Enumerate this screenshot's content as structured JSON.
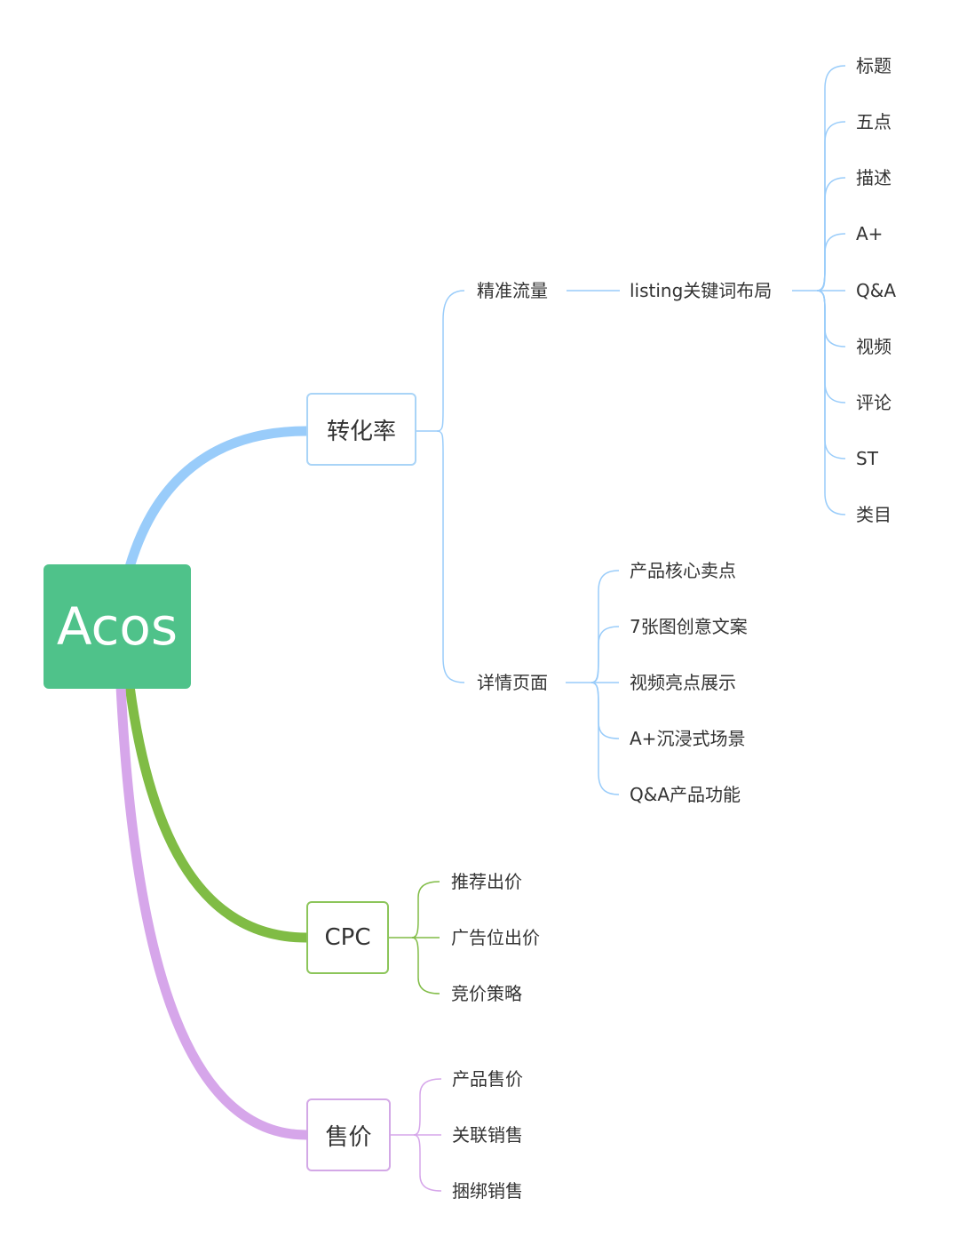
{
  "root": "Acos",
  "branches": {
    "conversion": {
      "label": "转化率",
      "sub1": {
        "label": "精准流量",
        "sub": {
          "label": "listing关键词布局",
          "items": [
            "标题",
            "五点",
            "描述",
            "A+",
            "Q&A",
            "视频",
            "评论",
            "ST",
            "类目"
          ]
        }
      },
      "sub2": {
        "label": "详情页面",
        "items": [
          "产品核心卖点",
          "7张图创意文案",
          "视频亮点展示",
          "A+沉浸式场景",
          "Q&A产品功能"
        ]
      }
    },
    "cpc": {
      "label": "CPC",
      "items": [
        "推荐出价",
        "广告位出价",
        "竞价策略"
      ]
    },
    "price": {
      "label": "售价",
      "items": [
        "产品售价",
        "关联销售",
        "捆绑销售"
      ]
    }
  },
  "colors": {
    "root": "#4fc28a",
    "conversion": "#99ccfa",
    "cpc": "#80bc45",
    "price": "#d6a6ea"
  }
}
